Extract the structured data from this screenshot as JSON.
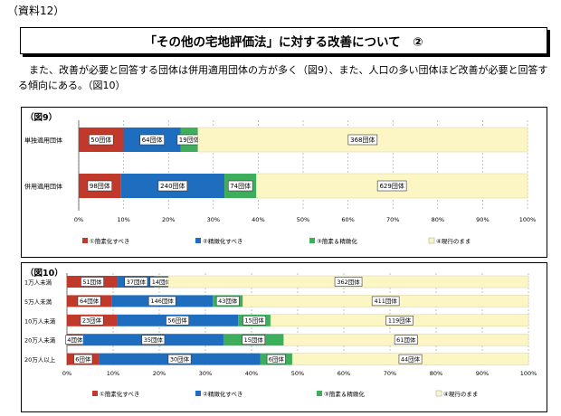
{
  "doc_label": "（資料12）",
  "title": "「その他の宅地評価法」に対する改善について　②",
  "intro_text": "また、改善が必要と回答する団体は併用適用団体の方が多く（図9）、また、人口の多い団体ほど改善が必要と回答する傾向にある。（図10）",
  "colors": {
    "simplify": "#c0392b",
    "precise": "#1f6dbf",
    "both": "#3dae5c",
    "keep": "#fcf6c4",
    "grid": "#999999"
  },
  "chart_data": [
    {
      "type": "bar",
      "orientation": "horizontal-stacked-percent",
      "title": "（図9）",
      "categories": [
        "単独適用団体",
        "併用適用団体"
      ],
      "series": [
        {
          "name": "①簡素化すべき",
          "counts": [
            50,
            98
          ],
          "labels": [
            "50団体",
            "98団体"
          ]
        },
        {
          "name": "②精緻化すべき",
          "counts": [
            64,
            240
          ],
          "labels": [
            "64団体",
            "240団体"
          ]
        },
        {
          "name": "③簡素＆精緻化",
          "counts": [
            19,
            74
          ],
          "labels": [
            "19団体",
            "74団体"
          ]
        },
        {
          "name": "④現行のまま",
          "counts": [
            368,
            629
          ],
          "labels": [
            "368団体",
            "629団体"
          ]
        }
      ],
      "xlim": [
        0,
        100
      ],
      "xticks": [
        "0%",
        "10%",
        "20%",
        "30%",
        "40%",
        "50%",
        "60%",
        "70%",
        "80%",
        "90%",
        "100%"
      ],
      "grid": true,
      "legend": "bottom"
    },
    {
      "type": "bar",
      "orientation": "horizontal-stacked-percent",
      "title": "（図10）",
      "categories": [
        "1万人未満",
        "5万人未満",
        "10万人未満",
        "20万人未満",
        "20万人以上"
      ],
      "series": [
        {
          "name": "①簡素化すべき",
          "counts": [
            51,
            64,
            23,
            4,
            6
          ],
          "labels": [
            "51団体",
            "64団体",
            "23団体",
            "4団体",
            "6団体"
          ]
        },
        {
          "name": "②精緻化すべき",
          "counts": [
            37,
            146,
            56,
            35,
            30
          ],
          "labels": [
            "37団体",
            "146団体",
            "56団体",
            "35団体",
            "30団体"
          ]
        },
        {
          "name": "③簡素＆精緻化",
          "counts": [
            14,
            43,
            15,
            15,
            6
          ],
          "labels": [
            "14団体",
            "43団体",
            "15団体",
            "15団体",
            "6団体"
          ]
        },
        {
          "name": "④現行のまま",
          "counts": [
            362,
            411,
            119,
            61,
            44
          ],
          "labels": [
            "362団体",
            "411団体",
            "119団体",
            "61団体",
            "44団体"
          ]
        }
      ],
      "xlim": [
        0,
        100
      ],
      "xticks": [
        "0%",
        "10%",
        "20%",
        "30%",
        "40%",
        "50%",
        "60%",
        "70%",
        "80%",
        "90%",
        "100%"
      ],
      "grid": true,
      "legend": "bottom"
    }
  ]
}
